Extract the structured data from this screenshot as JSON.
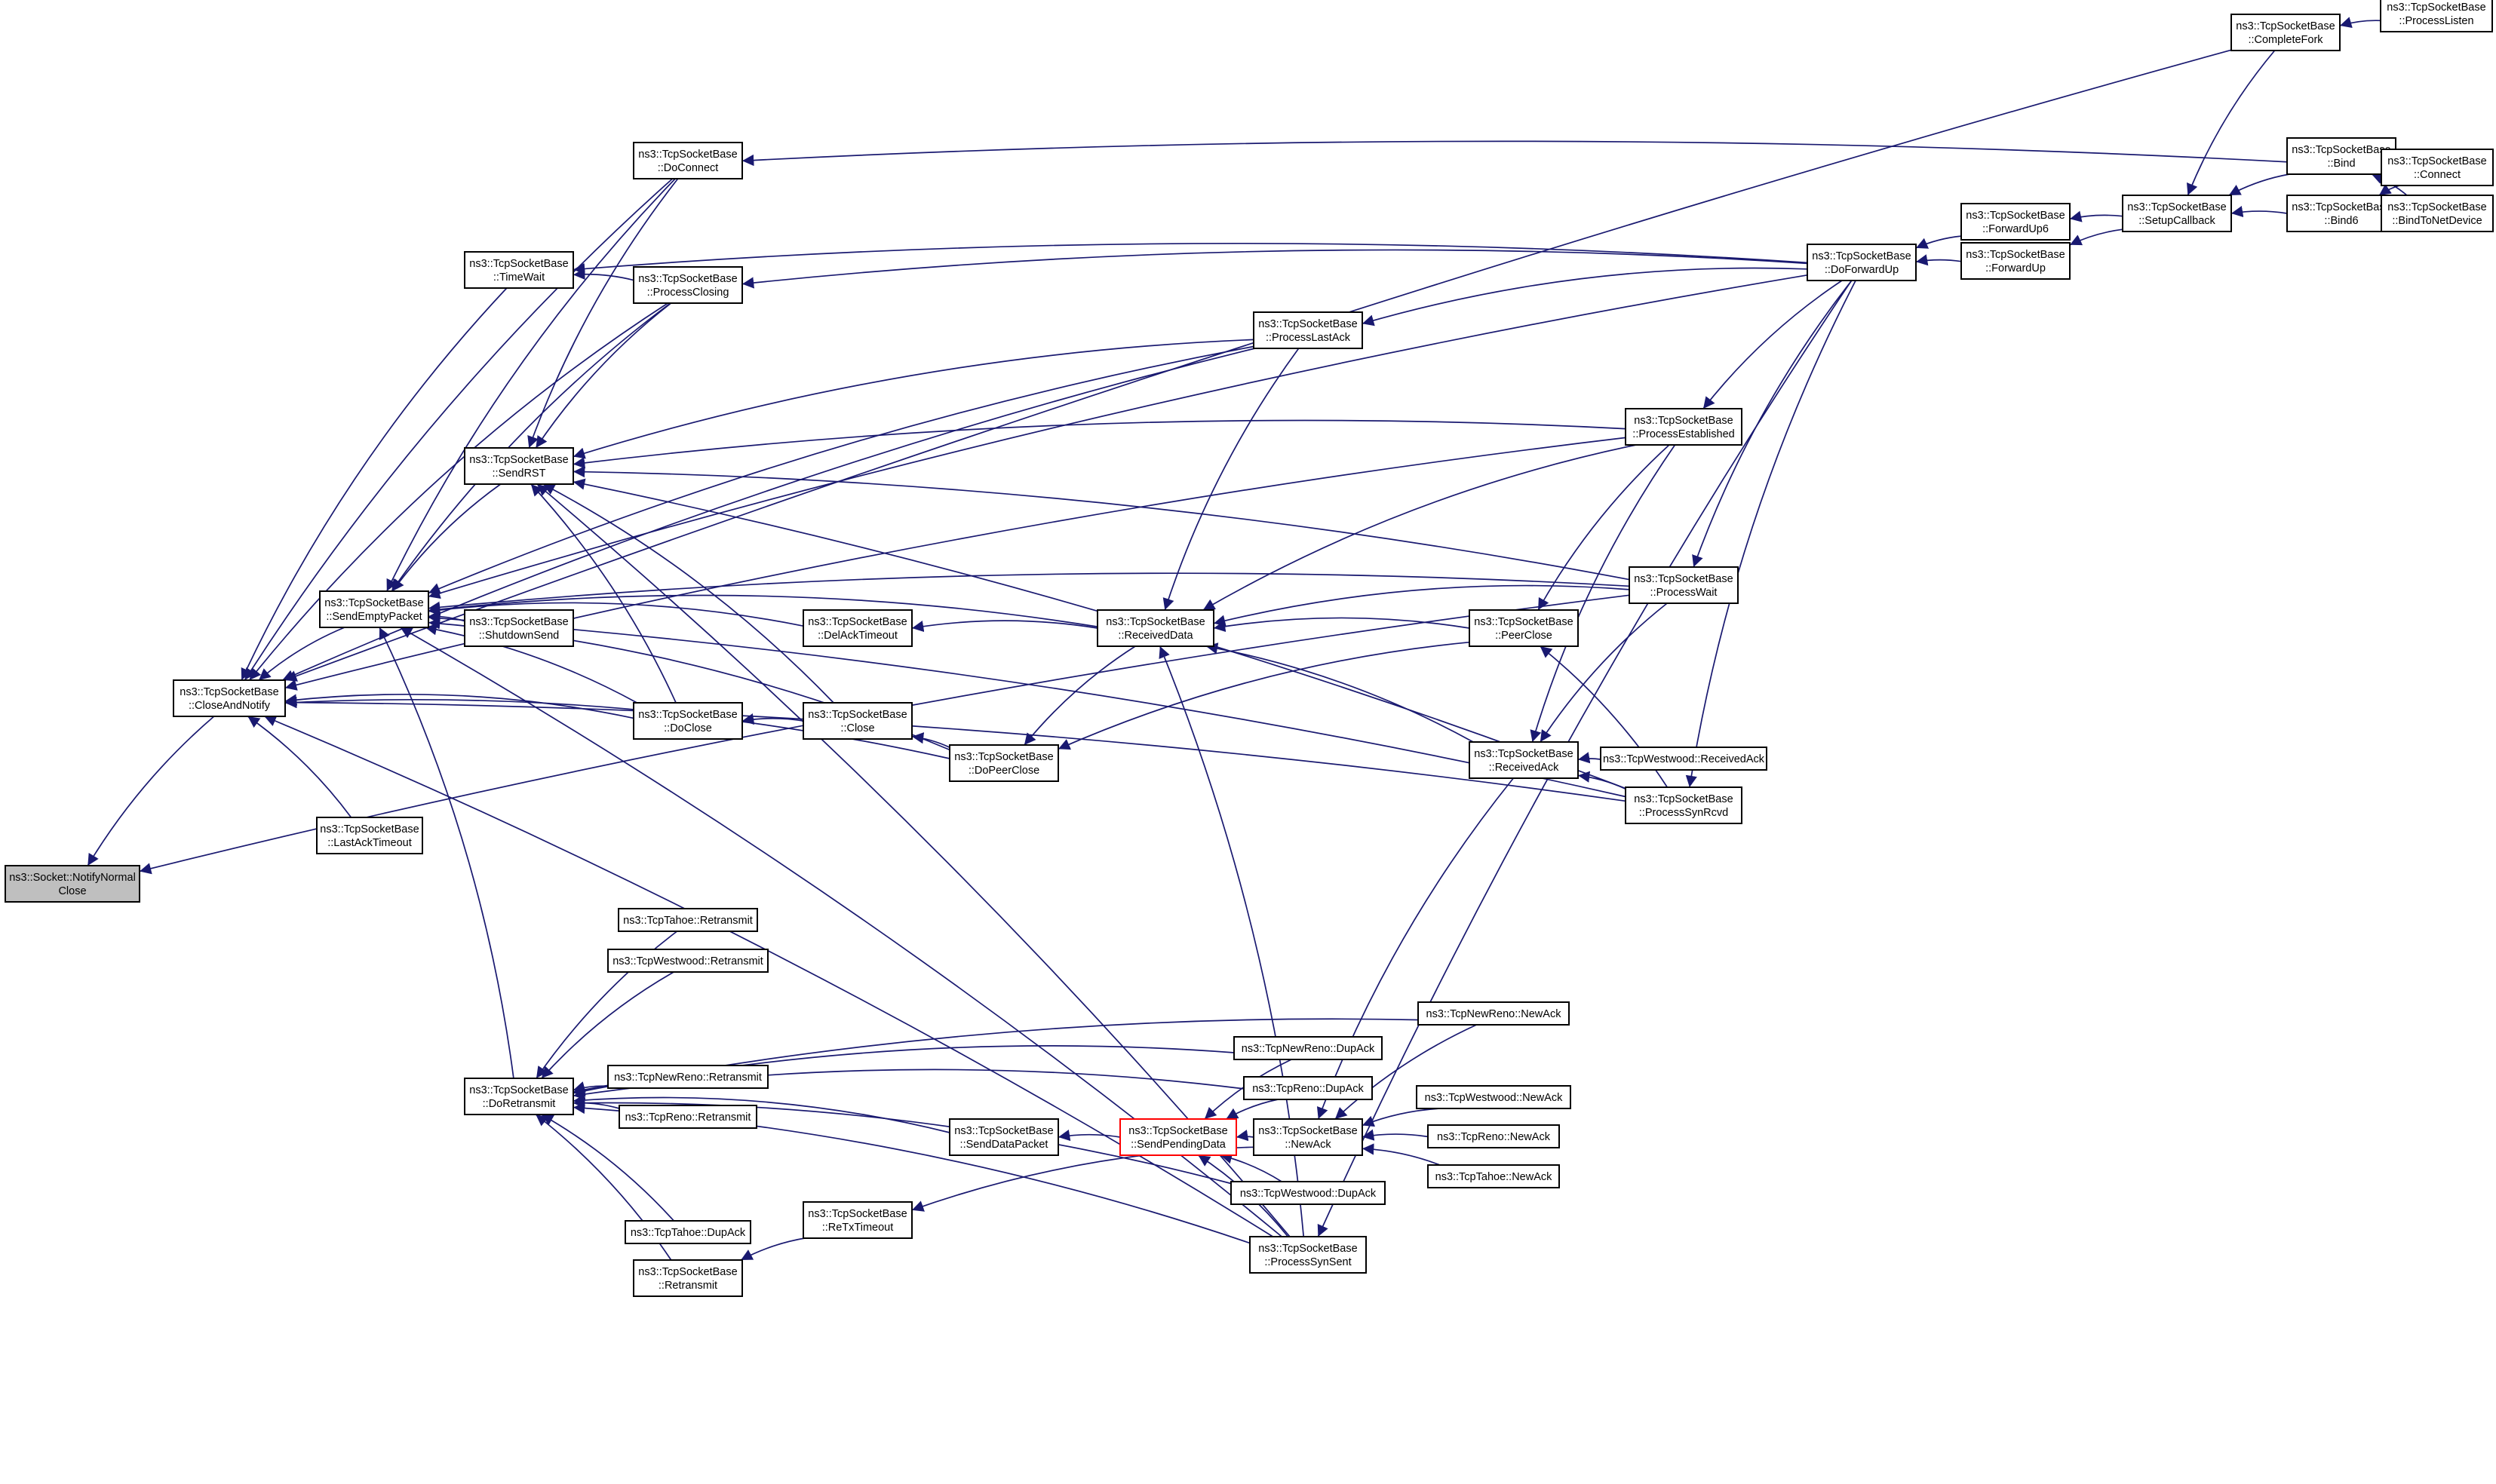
{
  "colors": {
    "edge": "#191970",
    "node_border": "#000000",
    "root_fill": "#bfbfbf",
    "highlight_border": "#ff0000",
    "background": "#ffffff"
  },
  "nodes": [
    {
      "id": "notify",
      "lines": [
        "ns3::Socket::NotifyNormal",
        "Close"
      ],
      "root": true
    },
    {
      "id": "closeAndNotify",
      "lines": [
        "ns3::TcpSocketBase",
        "::CloseAndNotify"
      ]
    },
    {
      "id": "sendEmptyPacket",
      "lines": [
        "ns3::TcpSocketBase",
        "::SendEmptyPacket"
      ]
    },
    {
      "id": "lastAckTimeout",
      "lines": [
        "ns3::TcpSocketBase",
        "::LastAckTimeout"
      ]
    },
    {
      "id": "timeWait",
      "lines": [
        "ns3::TcpSocketBase",
        "::TimeWait"
      ]
    },
    {
      "id": "sendRST",
      "lines": [
        "ns3::TcpSocketBase",
        "::SendRST"
      ]
    },
    {
      "id": "shutdownSend",
      "lines": [
        "ns3::TcpSocketBase",
        "::ShutdownSend"
      ]
    },
    {
      "id": "doRetransmit",
      "lines": [
        "ns3::TcpSocketBase",
        "::DoRetransmit"
      ]
    },
    {
      "id": "doConnect",
      "lines": [
        "ns3::TcpSocketBase",
        "::DoConnect"
      ]
    },
    {
      "id": "processClosing",
      "lines": [
        "ns3::TcpSocketBase",
        "::ProcessClosing"
      ]
    },
    {
      "id": "doClose",
      "lines": [
        "ns3::TcpSocketBase",
        "::DoClose"
      ]
    },
    {
      "id": "tahoeRetransmit",
      "lines": [
        "ns3::TcpTahoe::Retransmit"
      ]
    },
    {
      "id": "westwoodRetransmit",
      "lines": [
        "ns3::TcpWestwood::Retransmit"
      ]
    },
    {
      "id": "newRenoRetransmit",
      "lines": [
        "ns3::TcpNewReno::Retransmit"
      ]
    },
    {
      "id": "renoRetransmit",
      "lines": [
        "ns3::TcpReno::Retransmit"
      ]
    },
    {
      "id": "tahoeDupAck",
      "lines": [
        "ns3::TcpTahoe::DupAck"
      ]
    },
    {
      "id": "retransmit",
      "lines": [
        "ns3::TcpSocketBase",
        "::Retransmit"
      ]
    },
    {
      "id": "delAckTimeout",
      "lines": [
        "ns3::TcpSocketBase",
        "::DelAckTimeout"
      ]
    },
    {
      "id": "close",
      "lines": [
        "ns3::TcpSocketBase",
        "::Close"
      ]
    },
    {
      "id": "reTxTimeout",
      "lines": [
        "ns3::TcpSocketBase",
        "::ReTxTimeout"
      ]
    },
    {
      "id": "sendDataPacket",
      "lines": [
        "ns3::TcpSocketBase",
        "::SendDataPacket"
      ]
    },
    {
      "id": "doPeerClose",
      "lines": [
        "ns3::TcpSocketBase",
        "::DoPeerClose"
      ]
    },
    {
      "id": "receivedData",
      "lines": [
        "ns3::TcpSocketBase",
        "::ReceivedData"
      ]
    },
    {
      "id": "sendPendingData",
      "lines": [
        "ns3::TcpSocketBase",
        "::SendPendingData"
      ],
      "highlight": true
    },
    {
      "id": "processLastAck",
      "lines": [
        "ns3::TcpSocketBase",
        "::ProcessLastAck"
      ]
    },
    {
      "id": "newRenoDupAck",
      "lines": [
        "ns3::TcpNewReno::DupAck"
      ]
    },
    {
      "id": "renoDupAck",
      "lines": [
        "ns3::TcpReno::DupAck"
      ]
    },
    {
      "id": "newAck",
      "lines": [
        "ns3::TcpSocketBase",
        "::NewAck"
      ]
    },
    {
      "id": "westwoodDupAck",
      "lines": [
        "ns3::TcpWestwood::DupAck"
      ]
    },
    {
      "id": "processSynSent",
      "lines": [
        "ns3::TcpSocketBase",
        "::ProcessSynSent"
      ]
    },
    {
      "id": "newRenoNewAck",
      "lines": [
        "ns3::TcpNewReno::NewAck"
      ]
    },
    {
      "id": "westwoodNewAck",
      "lines": [
        "ns3::TcpWestwood::NewAck"
      ]
    },
    {
      "id": "renoNewAck",
      "lines": [
        "ns3::TcpReno::NewAck"
      ]
    },
    {
      "id": "tahoeNewAck",
      "lines": [
        "ns3::TcpTahoe::NewAck"
      ]
    },
    {
      "id": "peerClose",
      "lines": [
        "ns3::TcpSocketBase",
        "::PeerClose"
      ]
    },
    {
      "id": "receivedAck",
      "lines": [
        "ns3::TcpSocketBase",
        "::ReceivedAck"
      ]
    },
    {
      "id": "processEstablished",
      "lines": [
        "ns3::TcpSocketBase",
        "::ProcessEstablished"
      ]
    },
    {
      "id": "processWait",
      "lines": [
        "ns3::TcpSocketBase",
        "::ProcessWait"
      ]
    },
    {
      "id": "processSynRcvd",
      "lines": [
        "ns3::TcpSocketBase",
        "::ProcessSynRcvd"
      ]
    },
    {
      "id": "westwoodReceivedAck",
      "lines": [
        "ns3::TcpWestwood::ReceivedAck"
      ]
    },
    {
      "id": "doForwardUp",
      "lines": [
        "ns3::TcpSocketBase",
        "::DoForwardUp"
      ]
    },
    {
      "id": "forwardUp6",
      "lines": [
        "ns3::TcpSocketBase",
        "::ForwardUp6"
      ]
    },
    {
      "id": "forwardUp",
      "lines": [
        "ns3::TcpSocketBase",
        "::ForwardUp"
      ]
    },
    {
      "id": "setupCallback",
      "lines": [
        "ns3::TcpSocketBase",
        "::SetupCallback"
      ]
    },
    {
      "id": "completeFork",
      "lines": [
        "ns3::TcpSocketBase",
        "::CompleteFork"
      ]
    },
    {
      "id": "bind",
      "lines": [
        "ns3::TcpSocketBase",
        "::Bind"
      ]
    },
    {
      "id": "bind6",
      "lines": [
        "ns3::TcpSocketBase",
        "::Bind6"
      ]
    },
    {
      "id": "processListen",
      "lines": [
        "ns3::TcpSocketBase",
        "::ProcessListen"
      ]
    },
    {
      "id": "connect",
      "lines": [
        "ns3::TcpSocketBase",
        "::Connect"
      ]
    },
    {
      "id": "bindToNetDevice",
      "lines": [
        "ns3::TcpSocketBase",
        "::BindToNetDevice"
      ]
    }
  ],
  "edges": [
    [
      "closeAndNotify",
      "notify"
    ],
    [
      "processWait",
      "notify"
    ],
    [
      "sendEmptyPacket",
      "closeAndNotify"
    ],
    [
      "lastAckTimeout",
      "closeAndNotify"
    ],
    [
      "timeWait",
      "closeAndNotify"
    ],
    [
      "doConnect",
      "closeAndNotify"
    ],
    [
      "processClosing",
      "closeAndNotify"
    ],
    [
      "doClose",
      "closeAndNotify"
    ],
    [
      "completeFork",
      "closeAndNotify"
    ],
    [
      "processLastAck",
      "closeAndNotify"
    ],
    [
      "processEstablished",
      "closeAndNotify"
    ],
    [
      "processSynSent",
      "closeAndNotify"
    ],
    [
      "processSynRcvd",
      "closeAndNotify"
    ],
    [
      "doPeerClose",
      "closeAndNotify"
    ],
    [
      "sendRST",
      "sendEmptyPacket"
    ],
    [
      "shutdownSend",
      "sendEmptyPacket"
    ],
    [
      "doRetransmit",
      "sendEmptyPacket"
    ],
    [
      "delAckTimeout",
      "sendEmptyPacket"
    ],
    [
      "receivedData",
      "sendEmptyPacket"
    ],
    [
      "doClose",
      "sendEmptyPacket"
    ],
    [
      "doPeerClose",
      "sendEmptyPacket"
    ],
    [
      "doConnect",
      "sendEmptyPacket"
    ],
    [
      "processClosing",
      "sendEmptyPacket"
    ],
    [
      "processLastAck",
      "sendEmptyPacket"
    ],
    [
      "processWait",
      "sendEmptyPacket"
    ],
    [
      "processSynSent",
      "sendEmptyPacket"
    ],
    [
      "processSynRcvd",
      "sendEmptyPacket"
    ],
    [
      "doForwardUp",
      "sendEmptyPacket"
    ],
    [
      "processClosing",
      "timeWait"
    ],
    [
      "doForwardUp",
      "timeWait"
    ],
    [
      "doConnect",
      "sendRST"
    ],
    [
      "processClosing",
      "sendRST"
    ],
    [
      "processLastAck",
      "sendRST"
    ],
    [
      "processEstablished",
      "sendRST"
    ],
    [
      "processWait",
      "sendRST"
    ],
    [
      "doClose",
      "sendRST"
    ],
    [
      "close",
      "sendRST"
    ],
    [
      "processSynSent",
      "sendRST"
    ],
    [
      "processSynRcvd",
      "sendRST"
    ],
    [
      "tahoeRetransmit",
      "doRetransmit"
    ],
    [
      "westwoodRetransmit",
      "doRetransmit"
    ],
    [
      "newRenoRetransmit",
      "doRetransmit"
    ],
    [
      "renoRetransmit",
      "doRetransmit"
    ],
    [
      "tahoeDupAck",
      "doRetransmit"
    ],
    [
      "retransmit",
      "doRetransmit"
    ],
    [
      "newRenoDupAck",
      "doRetransmit"
    ],
    [
      "renoDupAck",
      "doRetransmit"
    ],
    [
      "newRenoNewAck",
      "doRetransmit"
    ],
    [
      "westwoodDupAck",
      "doRetransmit"
    ],
    [
      "sendDataPacket",
      "doRetransmit"
    ],
    [
      "processSynSent",
      "doRetransmit"
    ],
    [
      "connect",
      "doConnect"
    ],
    [
      "doForwardUp",
      "processClosing"
    ],
    [
      "close",
      "doClose"
    ],
    [
      "doPeerClose",
      "close"
    ],
    [
      "receivedData",
      "delAckTimeout"
    ],
    [
      "reTxTimeout",
      "retransmit"
    ],
    [
      "newAck",
      "reTxTimeout"
    ],
    [
      "sendPendingData",
      "sendDataPacket"
    ],
    [
      "receivedData",
      "doPeerClose"
    ],
    [
      "peerClose",
      "doPeerClose"
    ],
    [
      "processEstablished",
      "receivedData"
    ],
    [
      "processWait",
      "receivedData"
    ],
    [
      "peerClose",
      "receivedData"
    ],
    [
      "receivedAck",
      "receivedData"
    ],
    [
      "processLastAck",
      "receivedData"
    ],
    [
      "processSynSent",
      "receivedData"
    ],
    [
      "doForwardUp",
      "processLastAck"
    ],
    [
      "newAck",
      "sendPendingData"
    ],
    [
      "newRenoDupAck",
      "sendPendingData"
    ],
    [
      "renoDupAck",
      "sendPendingData"
    ],
    [
      "westwoodDupAck",
      "sendPendingData"
    ],
    [
      "processSynSent",
      "sendPendingData"
    ],
    [
      "newRenoNewAck",
      "newAck"
    ],
    [
      "westwoodNewAck",
      "newAck"
    ],
    [
      "renoNewAck",
      "newAck"
    ],
    [
      "tahoeNewAck",
      "newAck"
    ],
    [
      "receivedAck",
      "newAck"
    ],
    [
      "processEstablished",
      "peerClose"
    ],
    [
      "processSynRcvd",
      "peerClose"
    ],
    [
      "westwoodReceivedAck",
      "receivedAck"
    ],
    [
      "processSynRcvd",
      "receivedAck"
    ],
    [
      "processWait",
      "receivedAck"
    ],
    [
      "processEstablished",
      "receivedAck"
    ],
    [
      "doForwardUp",
      "processEstablished"
    ],
    [
      "doForwardUp",
      "processWait"
    ],
    [
      "doForwardUp",
      "processSynRcvd"
    ],
    [
      "doForwardUp",
      "processSynSent"
    ],
    [
      "forwardUp6",
      "doForwardUp"
    ],
    [
      "forwardUp",
      "doForwardUp"
    ],
    [
      "setupCallback",
      "forwardUp6"
    ],
    [
      "setupCallback",
      "forwardUp"
    ],
    [
      "bind",
      "setupCallback"
    ],
    [
      "bind6",
      "setupCallback"
    ],
    [
      "completeFork",
      "setupCallback"
    ],
    [
      "processListen",
      "completeFork"
    ],
    [
      "connect",
      "bind"
    ],
    [
      "bindToNetDevice",
      "bind"
    ],
    [
      "connect",
      "bind6"
    ],
    [
      "bindToNetDevice",
      "bind6"
    ]
  ]
}
